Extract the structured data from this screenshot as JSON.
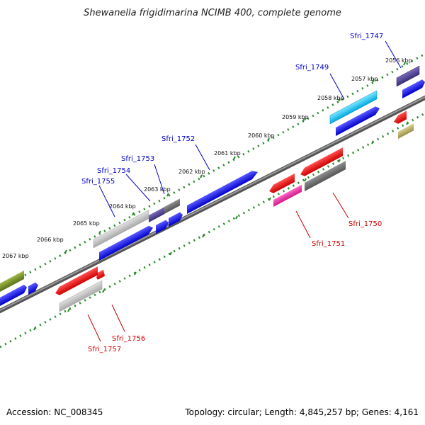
{
  "title": "Shewanella frigidimarina NCIMB 400, complete genome",
  "accession_text": "Accession: NC_008345",
  "topology_text": "Topology: circular; Length: 4,845,257 bp; Genes: 4,161",
  "colors": {
    "backbone": "#707070",
    "scale_tick": "#2a8a2a",
    "label_top": "#0000cc",
    "label_bottom": "#cc0000"
  },
  "kbp_labels": [
    "2056 kbp",
    "2057 kbp",
    "2058 kbp",
    "2059 kbp",
    "2060 kbp",
    "2061 kbp",
    "2062 kbp",
    "2063 kbp",
    "2064 kbp",
    "2065 kbp",
    "2066 kbp",
    "2067 kbp"
  ],
  "genes_top": [
    "Sfri_1747",
    "Sfri_1749",
    "Sfri_1752",
    "Sfri_1753",
    "Sfri_1754",
    "Sfri_1755"
  ],
  "genes_bottom": [
    "Sfri_1750",
    "Sfri_1751",
    "Sfri_1756",
    "Sfri_1757"
  ]
}
